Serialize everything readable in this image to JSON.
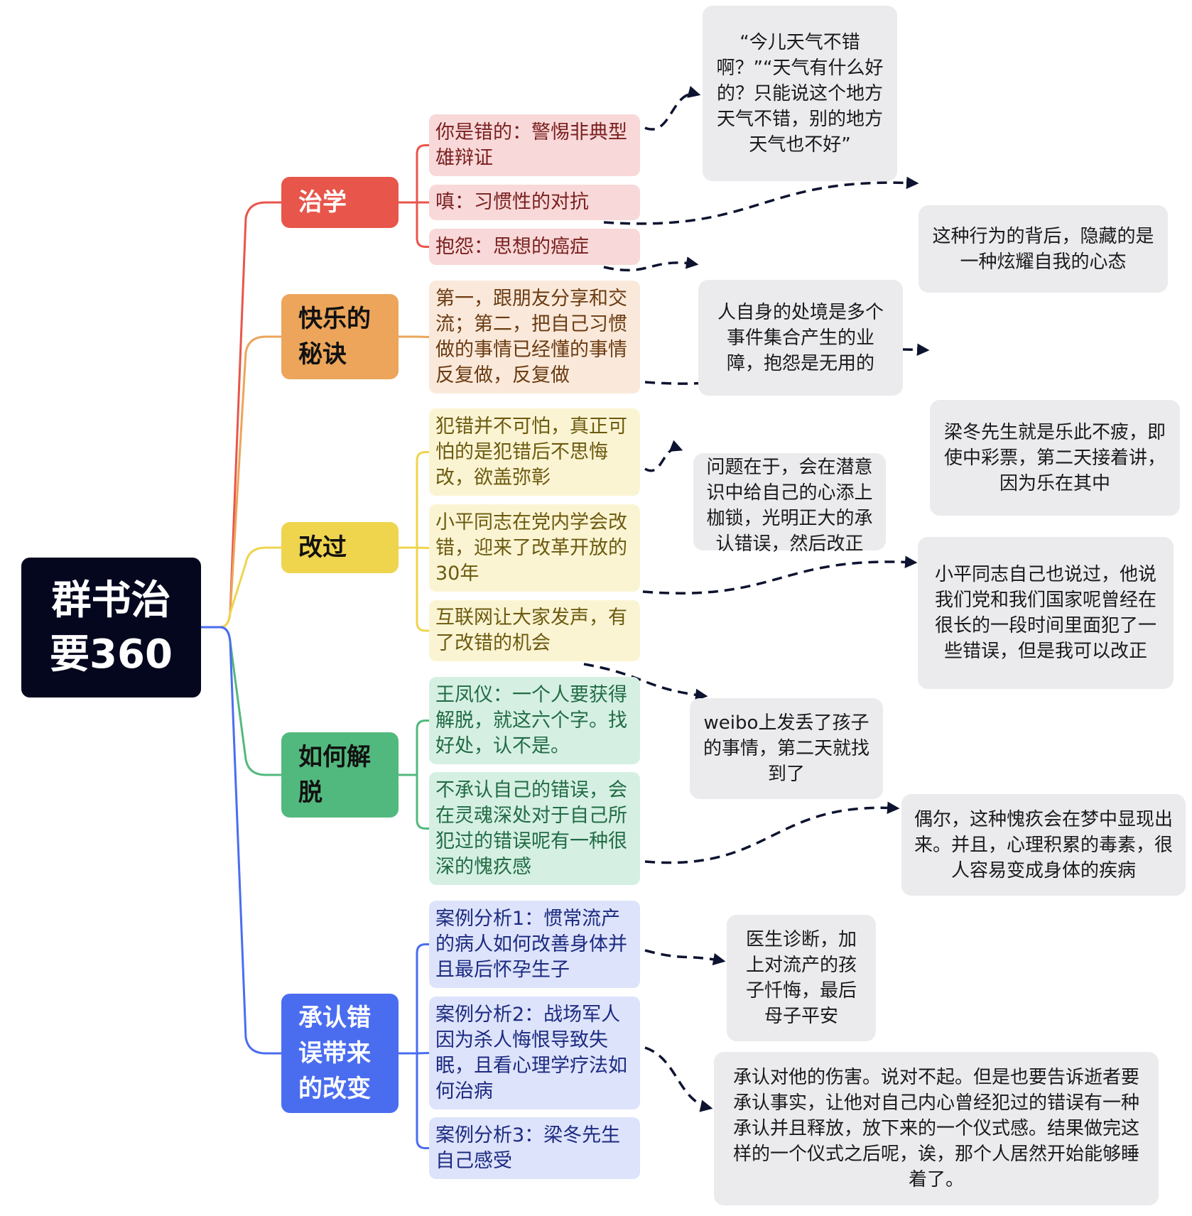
{
  "root": {
    "title": "群书治要360",
    "color": "#05071f"
  },
  "branches": [
    {
      "label": "治学",
      "color": "#e8554a",
      "text_color": "#ffffff",
      "leaf_bg": "#f8d8d8",
      "leaf_text": "#7a1f1f",
      "leaves": [
        "你是错的：警惕非典型雄辩证",
        "嗔：习惯性的对抗",
        "抱怨：思想的癌症"
      ]
    },
    {
      "label": "快乐的秘诀",
      "color": "#eca55a",
      "text_color": "#111111",
      "leaf_bg": "#fae9da",
      "leaf_text": "#6b3b12",
      "leaves": [
        "第一，跟朋友分享和交流；第二，把自己习惯做的事情已经懂的事情反复做，反复做"
      ]
    },
    {
      "label": "改过",
      "color": "#efd44e",
      "text_color": "#111111",
      "leaf_bg": "#fbf4d3",
      "leaf_text": "#6b5a0f",
      "leaves": [
        "犯错并不可怕，真正可怕的是犯错后不思悔改，欲盖弥彰",
        "小平同志在党内学会改错，迎来了改革开放的30年",
        "互联网让大家发声，有了改错的机会"
      ]
    },
    {
      "label": "如何解脱",
      "color": "#52b97e",
      "text_color": "#111111",
      "leaf_bg": "#d5f0e3",
      "leaf_text": "#226b45",
      "leaves": [
        "王凤仪：一个人要获得解脱，就这六个字。找好处，认不是。",
        "不承认自己的错误，会在灵魂深处对于自己所犯过的错误呢有一种很深的愧疚感"
      ]
    },
    {
      "label": "承认错误带来的改变",
      "color": "#4a6df0",
      "text_color": "#ffffff",
      "leaf_bg": "#dde3fa",
      "leaf_text": "#1c2a80",
      "leaves": [
        "案例分析1：惯常流产的病人如何改善身体并且最后怀孕生子",
        "案例分析2：战场军人因为杀人悔恨导致失眠，且看心理学疗法如何治病",
        "案例分析3：梁冬先生自己感受"
      ]
    }
  ],
  "notes": [
    "“今儿天气不错啊？”“天气有什么好的？只能说这个地方天气不错，别的地方天气也不好”",
    "这种行为的背后，隐藏的是一种炫耀自我的心态",
    "人自身的处境是多个事件集合产生的业障，抱怨是无用的",
    "梁冬先生就是乐此不疲，即使中彩票，第二天接着讲，因为乐在其中",
    "问题在于，会在潜意识中给自己的心添上枷锁，光明正大的承认错误，然后改正",
    "小平同志自己也说过，他说我们党和我们国家呢曾经在很长的一段时间里面犯了一些错误，但是我可以改正",
    "weibo上发丢了孩子的事情，第二天就找到了",
    "偶尔，这种愧疚会在梦中显现出来。并且，心理积累的毒素，很人容易变成身体的疾病",
    "医生诊断，加上对流产的孩子忏悔，最后母子平安",
    "承认对他的伤害。说对不起。但是也要告诉逝者要承认事实，让他对自己内心曾经犯过的错误有一种承认并且释放，放下来的一个仪式感。结果做完这样的一个仪式之后呢，诶，那个人居然开始能够睡着了。"
  ],
  "note_fill": "#ebebee",
  "arrow_color": "#0d1330"
}
